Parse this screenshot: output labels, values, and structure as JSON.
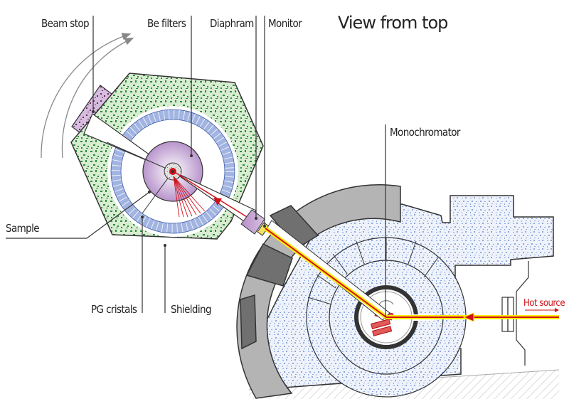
{
  "title": "View from top",
  "labels": {
    "beam_stop": "Beam stop",
    "be_filters": "Be filters",
    "diaphram": "Diaphram",
    "monitor": "Monitor",
    "monochromator": "Monochromator",
    "sample": "Sample",
    "pg_cristals": "PG cristals",
    "shielding": "Shielding",
    "hot_source": "Hot source"
  },
  "colors": {
    "shielding_green": "#2e8b3a",
    "shielding_bg": "#d8ecd2",
    "beam_stop": "#c9a9cf",
    "pg_blue": "#5577c8",
    "be_filter": "#c8a6d8",
    "concrete_blue": "#8fa8dc",
    "drum_gray": "#b4b4b4",
    "dark_gray": "#707070",
    "beam_red": "#d0101a",
    "beam_yellow": "#ffee00"
  }
}
